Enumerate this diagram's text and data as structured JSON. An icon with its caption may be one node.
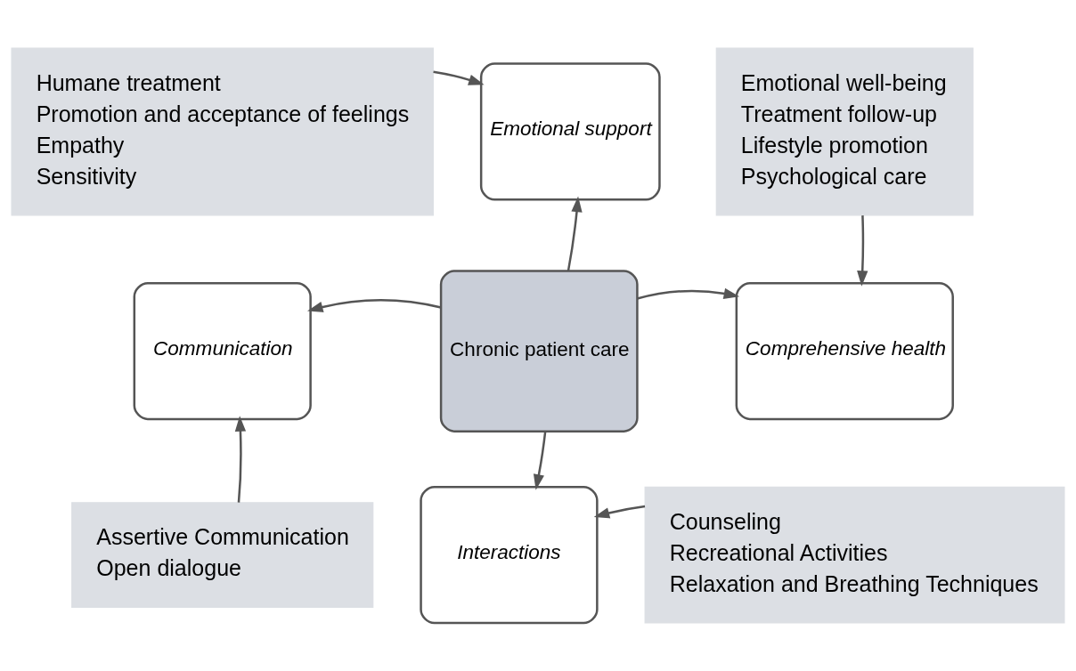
{
  "diagram": {
    "nodes": [
      {
        "text": [
          "Humane treatment",
          "Promotion and acceptance of feelings",
          "Empathy",
          "Sensitivity"
        ]
      },
      {
        "text": [
          "Emotional support"
        ]
      },
      {
        "text": [
          "Emotional well-being",
          "Treatment follow-up",
          "Lifestyle promotion",
          "Psychological care"
        ]
      },
      {
        "text": [
          "Communication"
        ]
      },
      {
        "text": [
          "Chronic patient care"
        ]
      },
      {
        "text": [
          "Comprehensive health"
        ]
      },
      {
        "text": [
          "Assertive Communication",
          "Open dialogue"
        ]
      },
      {
        "text": [
          "Interactions"
        ]
      },
      {
        "text": [
          "Counseling",
          "Recreational Activities",
          "Relaxation and Breathing Techniques"
        ]
      }
    ],
    "edges": [
      {
        "from": 0,
        "to": 1,
        "arrow": "to"
      },
      {
        "from": 4,
        "to": 1,
        "arrow": "to"
      },
      {
        "from": 2,
        "to": 5,
        "arrow": "to"
      },
      {
        "from": 4,
        "to": 3,
        "arrow": "to"
      },
      {
        "from": 4,
        "to": 5,
        "arrow": "to"
      },
      {
        "from": 6,
        "to": 3,
        "arrow": "to"
      },
      {
        "from": 4,
        "to": 7,
        "arrow": "to"
      },
      {
        "from": 8,
        "to": 7,
        "arrow": "to"
      }
    ]
  }
}
